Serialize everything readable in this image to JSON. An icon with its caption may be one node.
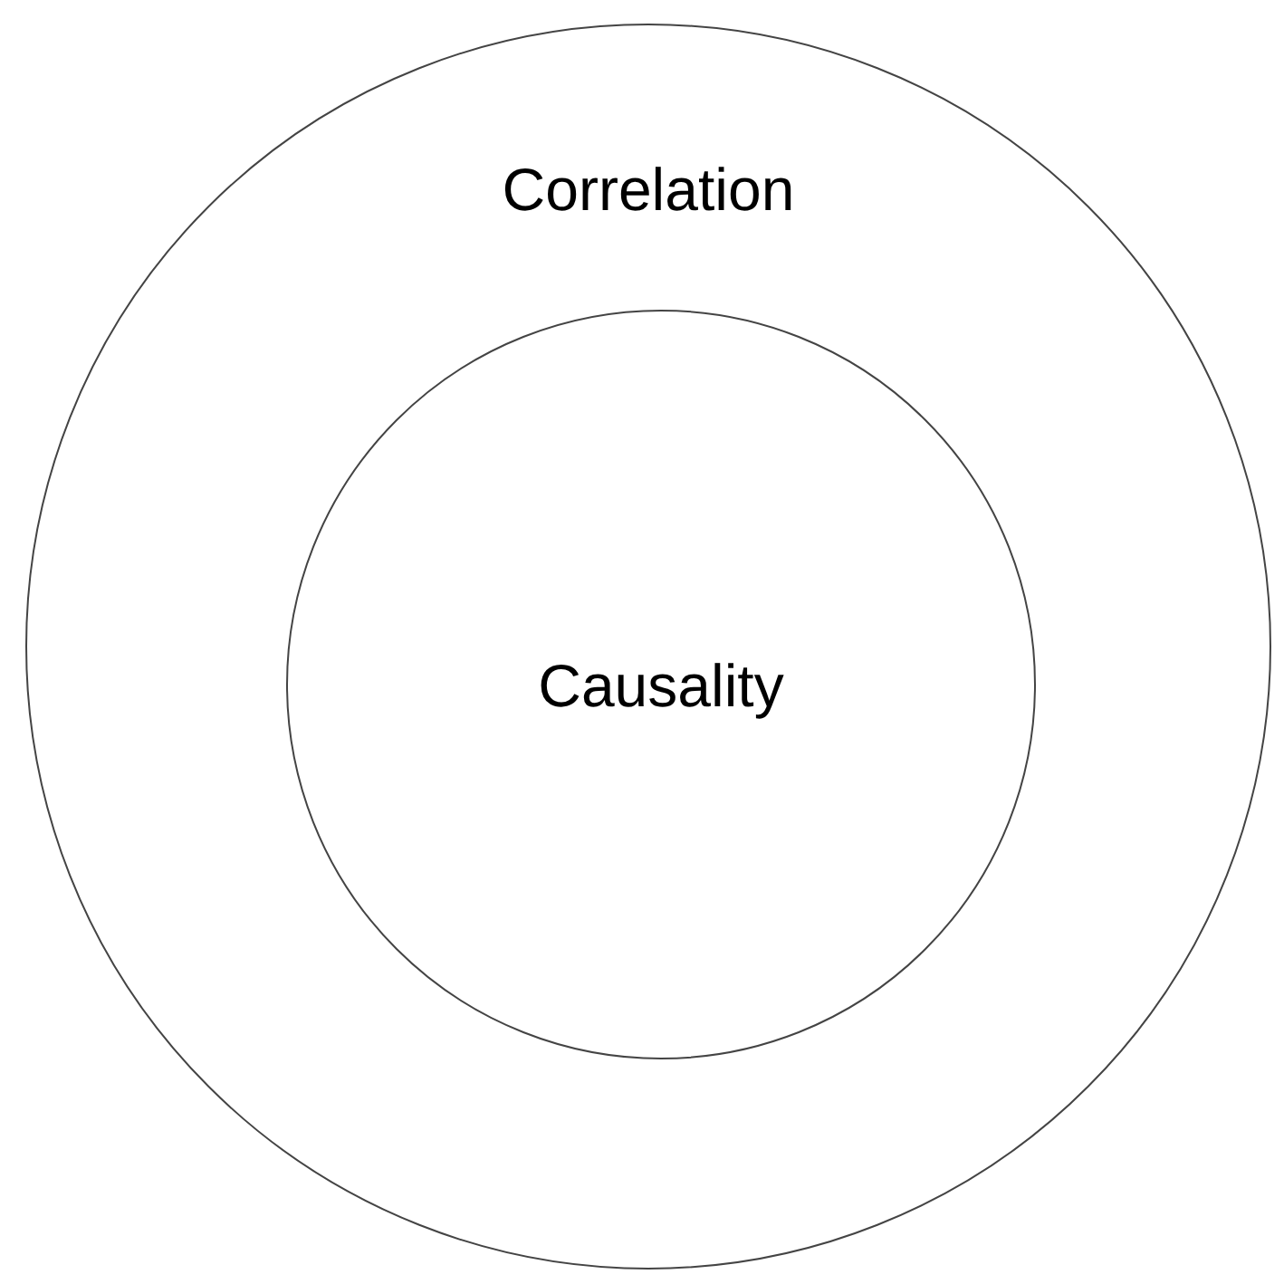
{
  "diagram": {
    "nodes": [
      {
        "text": [
          "Correlation"
        ]
      },
      {
        "text": [
          "Causality"
        ],
        "in": 0
      }
    ]
  }
}
